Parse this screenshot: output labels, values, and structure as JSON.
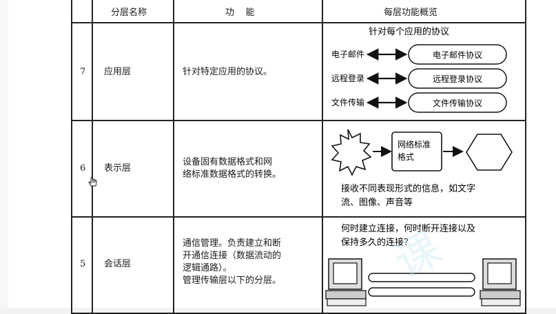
{
  "headers": {
    "name": "分层名称",
    "function": "功    能",
    "overview": "每层功能概览"
  },
  "rows": [
    {
      "number": "7",
      "name": "应用层",
      "function_lines": [
        "针对特定应用的协议。"
      ],
      "overview": {
        "title": "针对每个应用的协议",
        "pairs": [
          {
            "left": "电子邮件",
            "right": "电子邮件协议"
          },
          {
            "left": "远程登录",
            "right": "远程登录协议"
          },
          {
            "left": "文件传输",
            "right": "文件传输协议"
          }
        ]
      }
    },
    {
      "number": "6",
      "name": "表示层",
      "function_lines": [
        "设备固有数据格式和网",
        "络标准数据格式的转换。"
      ],
      "overview": {
        "box_lines": [
          "网络标准",
          "格式"
        ],
        "caption_lines": [
          "接收不同表现形式的信息，如文字",
          "流、图像、声音等"
        ]
      }
    },
    {
      "number": "5",
      "name": "会话层",
      "function_lines": [
        "通信管理。负责建立和断",
        "开通信连接（数据流动的",
        "逻辑通路）。",
        "管理传输层以下的分层。"
      ],
      "overview": {
        "caption_lines": [
          "何时建立连接，何时断开连接以及",
          "保持多久的连接？"
        ]
      }
    }
  ],
  "watermark": {
    "text": "课"
  }
}
